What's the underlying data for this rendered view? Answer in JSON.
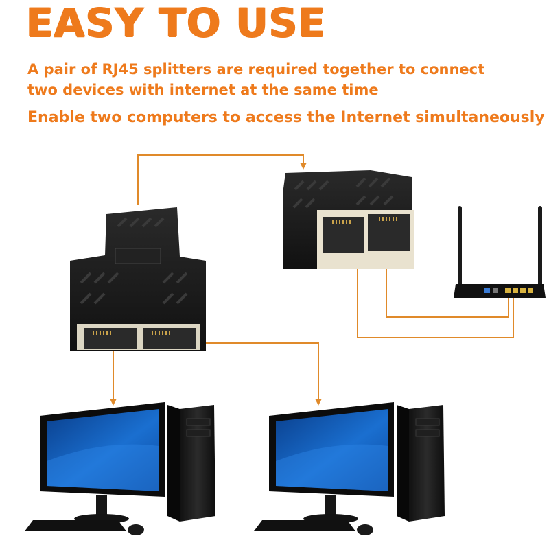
{
  "header": {
    "title": "EASY TO USE",
    "description_lines": [
      "A pair of RJ45 splitters are required together to connect",
      "two devices with internet at the same time"
    ],
    "subtitle": "Enable two computers to access the Internet simultaneously"
  },
  "colors": {
    "accent": "#ee7a1c",
    "connector_line": "#e08a2a",
    "splitter_body": "#1b1b1b",
    "port_housing": "#e9e2cf",
    "screen_blue": "#1a6fd0"
  },
  "illustration": {
    "icons": [
      "rj45-splitter-icon",
      "rj45-splitter-icon",
      "wifi-router-icon",
      "desktop-computer-icon",
      "desktop-computer-icon"
    ],
    "computer_count": 2,
    "splitter_count": 2
  }
}
